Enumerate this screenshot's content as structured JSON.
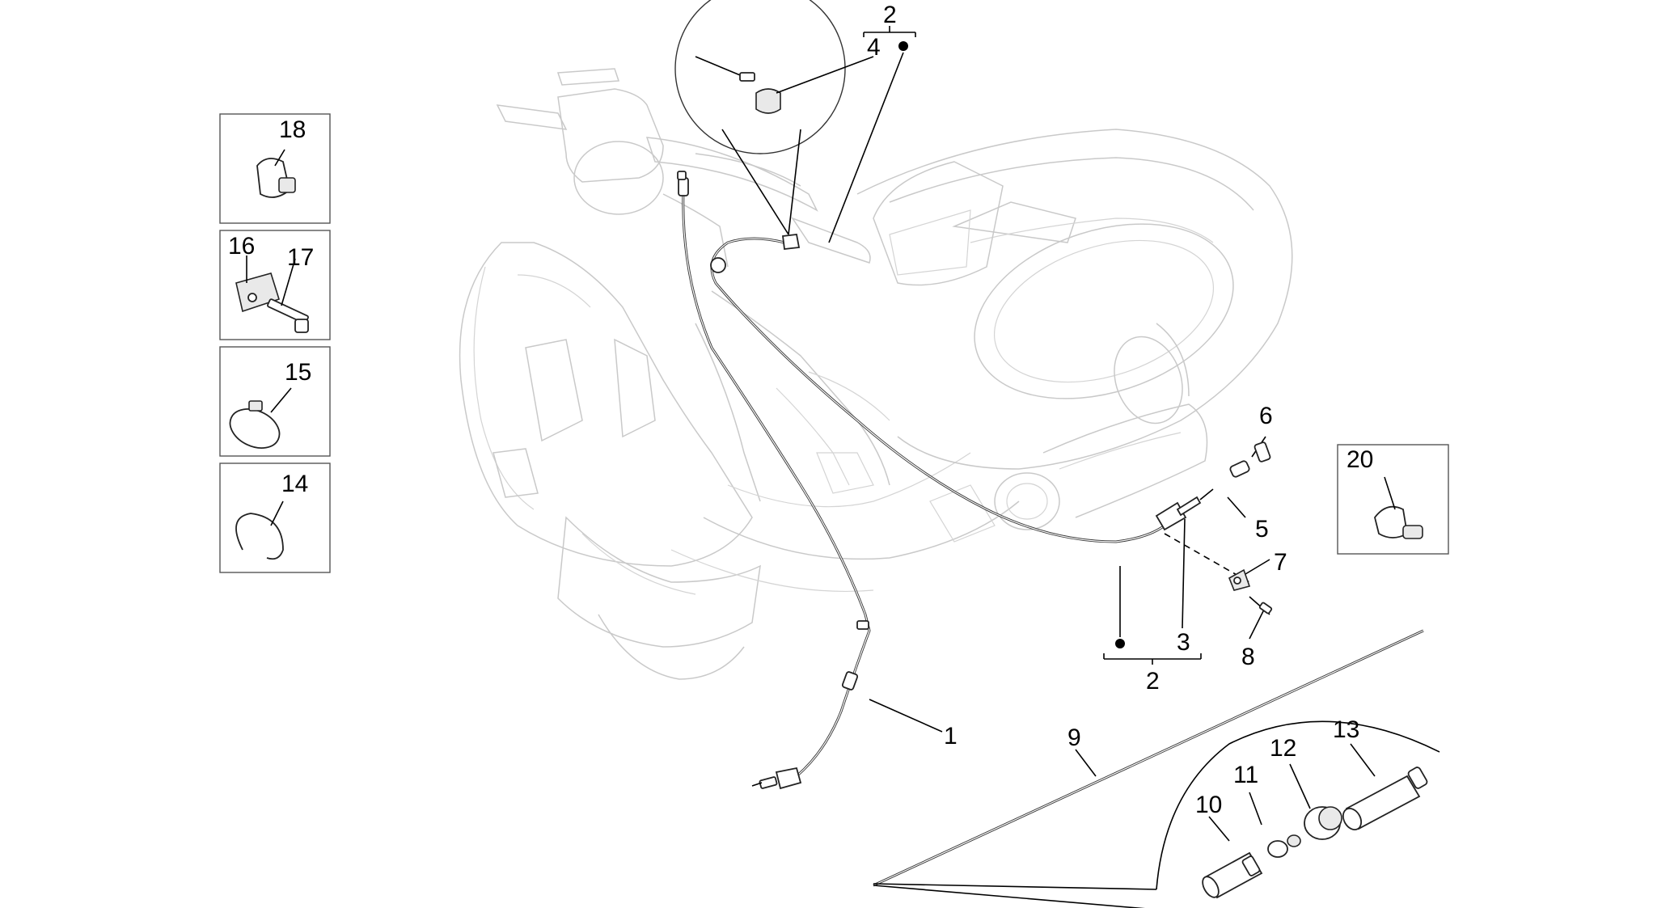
{
  "diagram": {
    "callouts": {
      "c1": "1",
      "c2_top": "2",
      "c4": "4",
      "c2_bottom": "2",
      "c3": "3",
      "c5": "5",
      "c6": "6",
      "c7": "7",
      "c8": "8",
      "c9": "9",
      "c10": "10",
      "c11": "11",
      "c12": "12",
      "c13": "13",
      "c14": "14",
      "c15": "15",
      "c16": "16",
      "c17": "17",
      "c18": "18",
      "c20": "20"
    },
    "markers": {
      "kit_dot_color": "#000000"
    }
  }
}
